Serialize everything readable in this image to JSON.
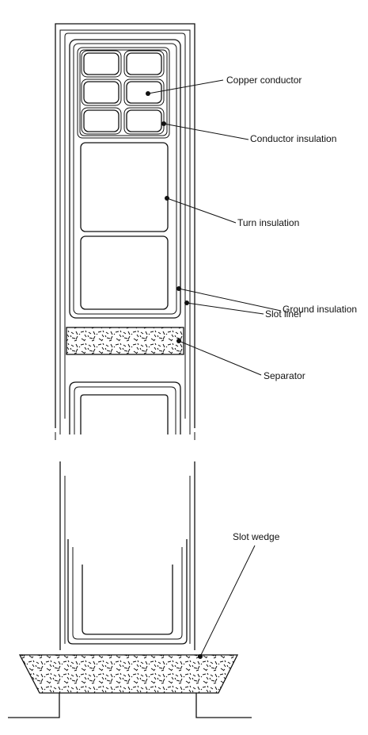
{
  "labels": {
    "copper_conductor": "Copper conductor",
    "conductor_insulation": "Conductor insulation",
    "turn_insulation": "Turn insulation",
    "ground_insulation": "Ground insulation",
    "slot_liner": "Slot liner",
    "separator": "Separator",
    "slot_wedge": "Slot wedge"
  }
}
